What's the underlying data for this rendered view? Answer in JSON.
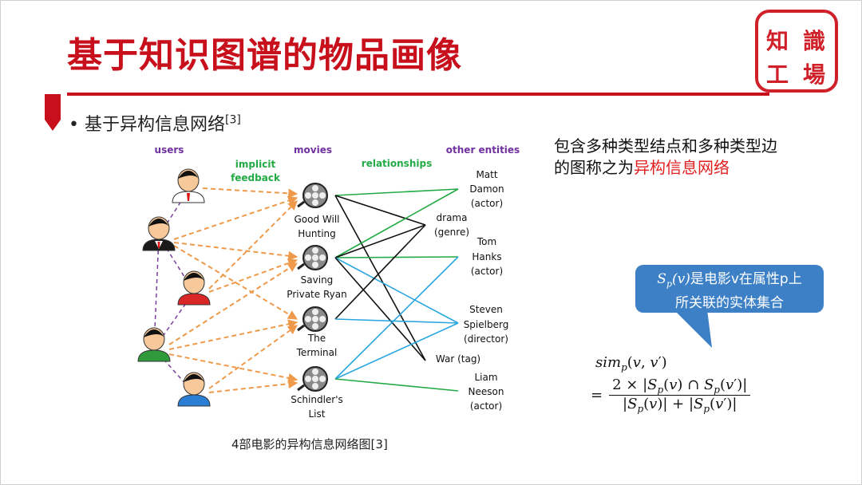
{
  "slide": {
    "title": "基于知识图谱的物品画像",
    "logo": [
      "知",
      "識",
      "工",
      "場"
    ],
    "bullet": "基于异构信息网络",
    "bullet_ref": "[3]",
    "description_lines": [
      "包含多种类型结点和多种类型边",
      "的图称之为"
    ],
    "description_highlight": "异构信息网络",
    "callout_line1_rest": "是电影v在属性p上",
    "callout_line2": "所关联的实体集合",
    "callout_math": "S",
    "caption": "4部电影的异构信息网络图[3]"
  },
  "diagram": {
    "headers": {
      "users": "users",
      "implicit1": "implicit",
      "implicit2": "feedback",
      "movies": "movies",
      "relationships": "relationships",
      "other": "other entities"
    },
    "movies": [
      [
        "Good Will",
        "Hunting"
      ],
      [
        "Saving",
        "Private Ryan"
      ],
      [
        "The",
        "Terminal"
      ],
      [
        "Schindler's",
        "List"
      ]
    ],
    "entities": [
      [
        "Matt",
        "Damon",
        "(actor)"
      ],
      [
        "drama",
        "(genre)"
      ],
      [
        "Tom",
        "Hanks",
        "(actor)"
      ],
      [
        "Steven",
        "Spielberg",
        "(director)"
      ],
      [
        "War (tag)"
      ],
      [
        "Liam",
        "Neeson",
        "(actor)"
      ]
    ],
    "colors": {
      "users_header": "#7030a0",
      "green": "#22aa44",
      "blue": "#2ba7e0",
      "black": "#111111",
      "orange": "#ef9a4a",
      "purple": "#7a3fa0"
    }
  },
  "colors": {
    "accent": "#c8101c",
    "callout": "#3e80c6",
    "highlight": "#e02020"
  }
}
